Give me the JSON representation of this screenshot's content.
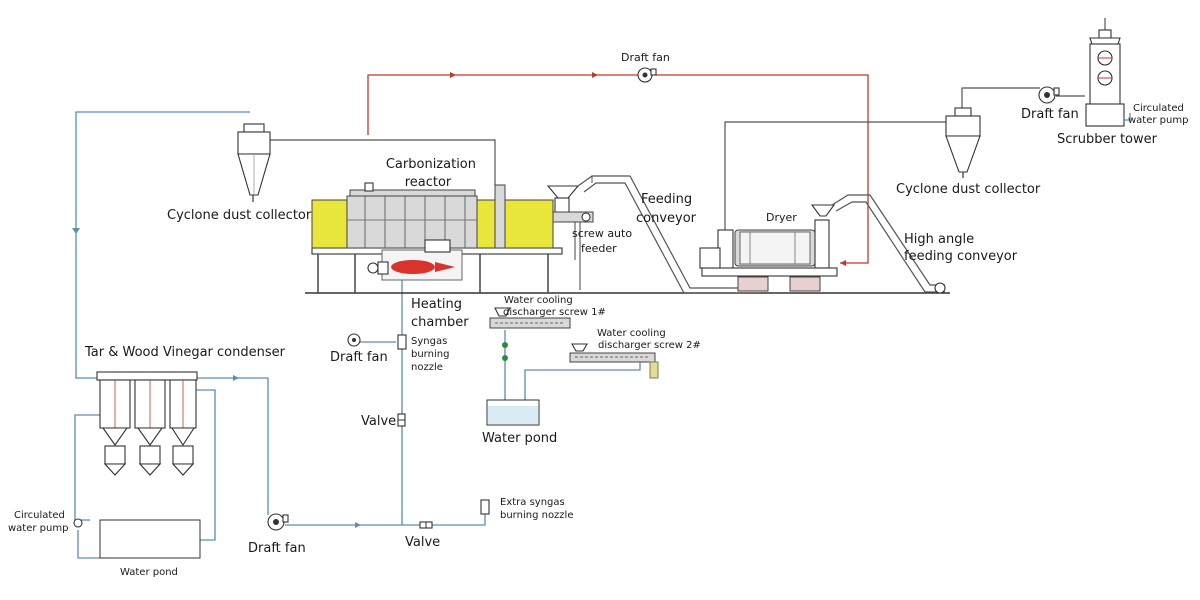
{
  "labels": {
    "carbonization_reactor": [
      "Carbonization",
      "reactor"
    ],
    "draft_fan_top": "Draft fan",
    "draft_fan_right": "Draft fan",
    "scrubber_tower": "Scrubber tower",
    "circulated_pump_right": [
      "Circulated",
      "water pump"
    ],
    "cyclone_left": "Cyclone dust collector",
    "cyclone_right": "Cyclone dust collector",
    "feeding_conveyor": [
      "Feeding",
      "conveyor"
    ],
    "dryer": "Dryer",
    "high_angle_conveyor": [
      "High angle",
      "feeding conveyor"
    ],
    "screw_auto_feeder": [
      "screw auto",
      "feeder"
    ],
    "heating_chamber": [
      "Heating",
      "chamber"
    ],
    "water_cooling_1": [
      "Water cooling",
      "discharger screw 1#"
    ],
    "water_cooling_2": [
      "Water cooling",
      "discharger screw 2#"
    ],
    "water_pond_center": "Water pond",
    "tar_condenser": "Tar & Wood Vinegar condenser",
    "draft_fan_mid": "Draft fan",
    "syngas_nozzle": [
      "Syngas",
      "burning",
      "nozzle"
    ],
    "valve_mid": "Valve",
    "valve_bottom": "Valve",
    "extra_syngas": [
      "Extra syngas",
      "burning nozzle"
    ],
    "circulated_pump_left": [
      "Circulated",
      "water pump"
    ],
    "water_pond_left": "Water pond",
    "draft_fan_bottom": "Draft fan"
  },
  "colors": {
    "reactor_yellow": "#e8e63a",
    "flame_red": "#d9342b",
    "pipe_blue": "#5b8fb0",
    "pipe_red": "#c0392b"
  }
}
